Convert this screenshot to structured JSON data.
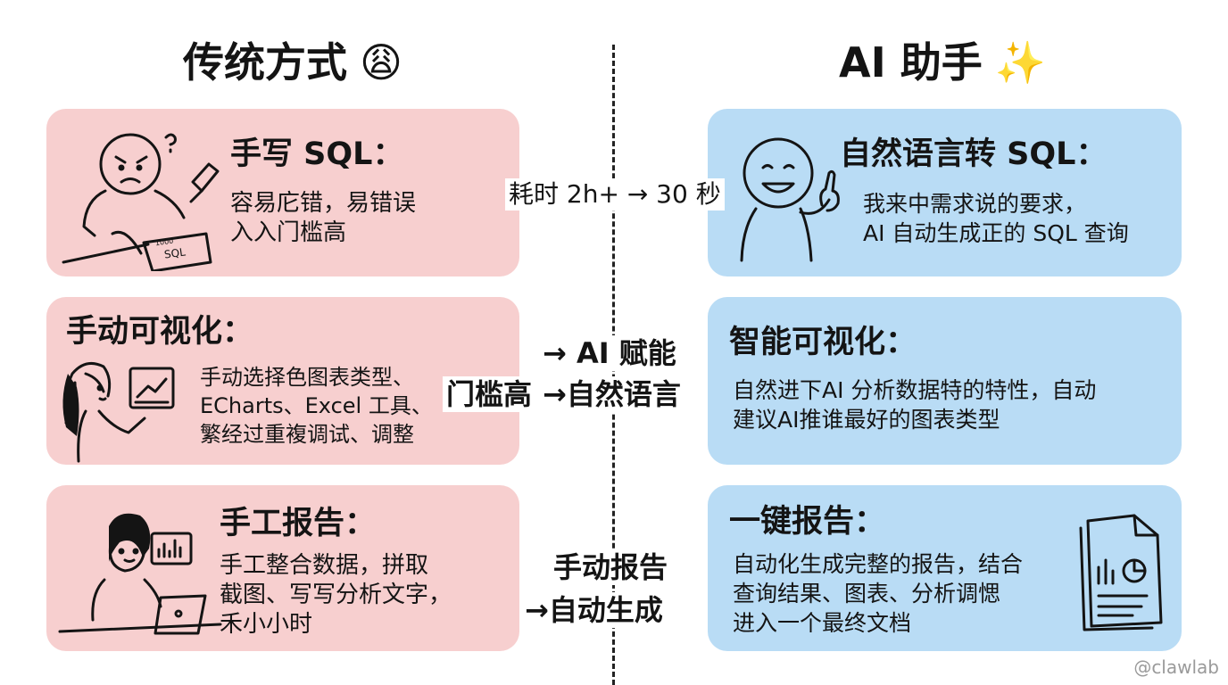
{
  "left_heading": {
    "text": "传统方式",
    "emoji": "😩"
  },
  "right_heading": {
    "text": "AI 助手",
    "emoji": "✨"
  },
  "left_cards": [
    {
      "title": "手写 SQL：",
      "lines": [
        "容易庀错，易错误",
        "入入门槛高"
      ]
    },
    {
      "title": "手动可视化：",
      "lines": [
        "手动选择色图表类型、",
        "ECharts、Excel 工具、",
        "繁经过重複调试、调整"
      ]
    },
    {
      "title": "手工报告：",
      "lines": [
        "手工整合数据，拼取",
        "截图、写写分析文字，",
        "禾小小时"
      ]
    }
  ],
  "right_cards": [
    {
      "title": "自然语言转 SQL：",
      "lines": [
        "我来中需求说的要求，",
        "AI 自动生成正的 SQL 查询"
      ]
    },
    {
      "title": "智能可视化：",
      "lines": [
        "自然进下AI 分析数据特的特性，自动",
        "建议AI推谁最好的图表类型"
      ]
    },
    {
      "title": "一键报告：",
      "lines": [
        "自动化生成完整的报告，结合",
        "查询结果、图表、分析调愢",
        "进入一个最终文档"
      ]
    }
  ],
  "middle": {
    "row1": "耗时 2h+ → 30 秒",
    "row2_a": "→ AI 赋能",
    "row2_b_left": "门槛高",
    "row2_b_right": "→自然语言",
    "row3_a": "手动报告",
    "row3_b": "→自动生成"
  },
  "illustration_text": {
    "paper_sql": "SQL",
    "paper_num": "1000"
  },
  "watermark": "@clawlab",
  "colors": {
    "pink_card": "#f7cfcf",
    "blue_card": "#b9dcf5",
    "ink": "#141414"
  }
}
